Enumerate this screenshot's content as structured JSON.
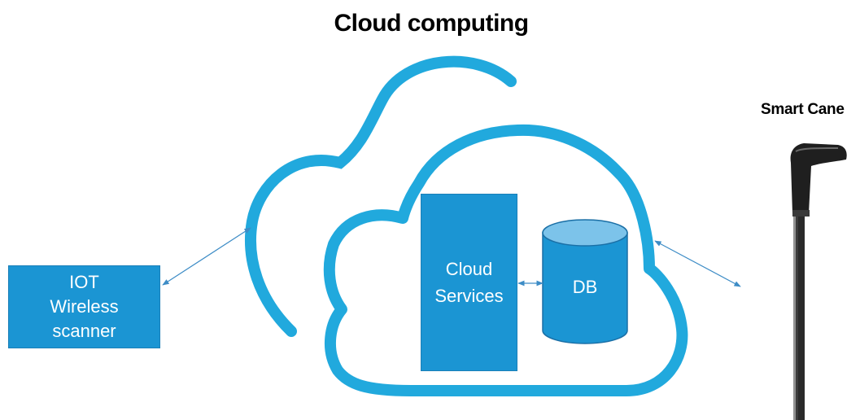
{
  "title": "Cloud computing",
  "iot_box": {
    "lines": [
      "IOT",
      "Wireless",
      "scanner"
    ]
  },
  "cloud_services": {
    "lines": [
      "Cloud",
      "Services"
    ]
  },
  "db": {
    "label": "DB"
  },
  "smart_cane": {
    "title": "Smart Cane"
  },
  "colors": {
    "cloud_stroke": "#21a9dd",
    "box_fill": "#1b95d3",
    "db_top": "#7cc3ea",
    "arrow": "#3d8cc6"
  }
}
